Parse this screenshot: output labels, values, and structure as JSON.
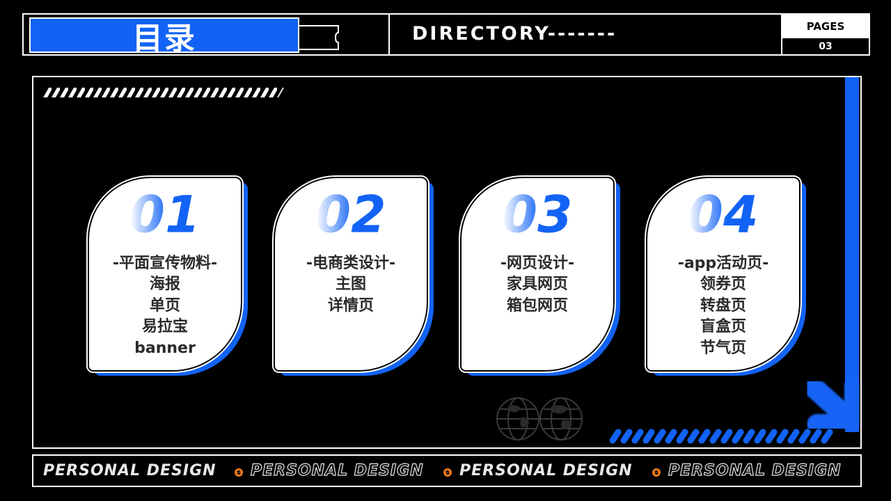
{
  "header": {
    "title": "目录",
    "directory": "DIRECTORY-------",
    "pages_label": "PAGES",
    "pages_number": "03"
  },
  "cards": [
    {
      "number": "01",
      "title": "-平面宣传物料-",
      "items": [
        "海报",
        "单页",
        "易拉宝",
        "banner"
      ]
    },
    {
      "number": "02",
      "title": "-电商类设计-",
      "items": [
        "主图",
        "详情页"
      ]
    },
    {
      "number": "03",
      "title": "-网页设计-",
      "items": [
        "家具网页",
        "箱包网页"
      ]
    },
    {
      "number": "04",
      "title": "-app活动页-",
      "items": [
        "领券页",
        "转盘页",
        "盲盒页",
        "节气页"
      ]
    }
  ],
  "footer": {
    "items": [
      "PERSONAL DESIGN",
      "PERSONAL DESIGN",
      "PERSONAL DESIGN",
      "PERSONAL DESIGN"
    ]
  },
  "icons": {
    "globe": "globe-icon",
    "arrow": "arrow-down-right-icon",
    "footer_dot": "orange-dot-icon"
  },
  "colors": {
    "accent": "#1263f5",
    "background": "#000000",
    "card": "#ffffff",
    "dot": "#f07a1a"
  }
}
